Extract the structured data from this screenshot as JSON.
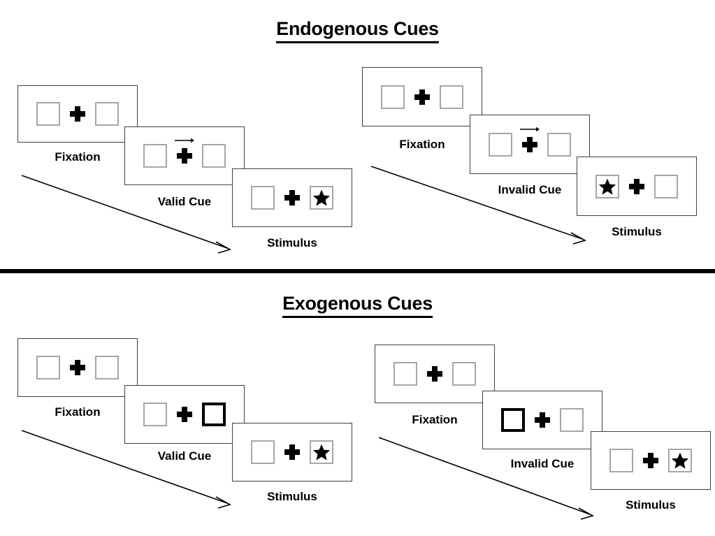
{
  "figure": {
    "title_top": "Endogenous Cues",
    "title_bottom": "Exogenous Cues",
    "stroke_color": "#000000",
    "box_border_color": "#a6a6a6",
    "cued_box_border_color": "#000000",
    "background": "#ffffff"
  },
  "sections": [
    {
      "id": "endogenous",
      "title": "Endogenous Cues",
      "cue_type": "arrow",
      "flows": [
        {
          "id": "endogenous-valid",
          "frames": [
            {
              "caption": "Fixation",
              "left_box": "empty",
              "right_box": "empty",
              "cue": "none",
              "cue_direction": ""
            },
            {
              "caption": "Valid Cue",
              "left_box": "empty",
              "right_box": "empty",
              "cue": "arrow",
              "cue_direction": "right"
            },
            {
              "caption": "Stimulus",
              "left_box": "empty",
              "right_box": "star",
              "cue": "none",
              "cue_direction": ""
            }
          ]
        },
        {
          "id": "endogenous-invalid",
          "frames": [
            {
              "caption": "Fixation",
              "left_box": "empty",
              "right_box": "empty",
              "cue": "none",
              "cue_direction": ""
            },
            {
              "caption": "Invalid Cue",
              "left_box": "empty",
              "right_box": "empty",
              "cue": "arrow",
              "cue_direction": "right"
            },
            {
              "caption": "Stimulus",
              "left_box": "star",
              "right_box": "empty",
              "cue": "none",
              "cue_direction": ""
            }
          ]
        }
      ]
    },
    {
      "id": "exogenous",
      "title": "Exogenous Cues",
      "cue_type": "box-highlight",
      "flows": [
        {
          "id": "exogenous-valid",
          "frames": [
            {
              "caption": "Fixation",
              "left_box": "empty",
              "right_box": "empty",
              "cue": "none",
              "cue_direction": ""
            },
            {
              "caption": "Valid Cue",
              "left_box": "empty",
              "right_box": "cued",
              "cue": "box-highlight",
              "cue_direction": "right"
            },
            {
              "caption": "Stimulus",
              "left_box": "empty",
              "right_box": "star",
              "cue": "none",
              "cue_direction": ""
            }
          ]
        },
        {
          "id": "exogenous-invalid",
          "frames": [
            {
              "caption": "Fixation",
              "left_box": "empty",
              "right_box": "empty",
              "cue": "none",
              "cue_direction": ""
            },
            {
              "caption": "Invalid Cue",
              "left_box": "cued",
              "right_box": "empty",
              "cue": "box-highlight",
              "cue_direction": "left"
            },
            {
              "caption": "Stimulus",
              "left_box": "empty",
              "right_box": "star",
              "cue": "none",
              "cue_direction": ""
            }
          ]
        }
      ]
    }
  ],
  "captions": {
    "fixation": "Fixation",
    "valid_cue": "Valid Cue",
    "invalid_cue": "Invalid Cue",
    "stimulus": "Stimulus"
  }
}
